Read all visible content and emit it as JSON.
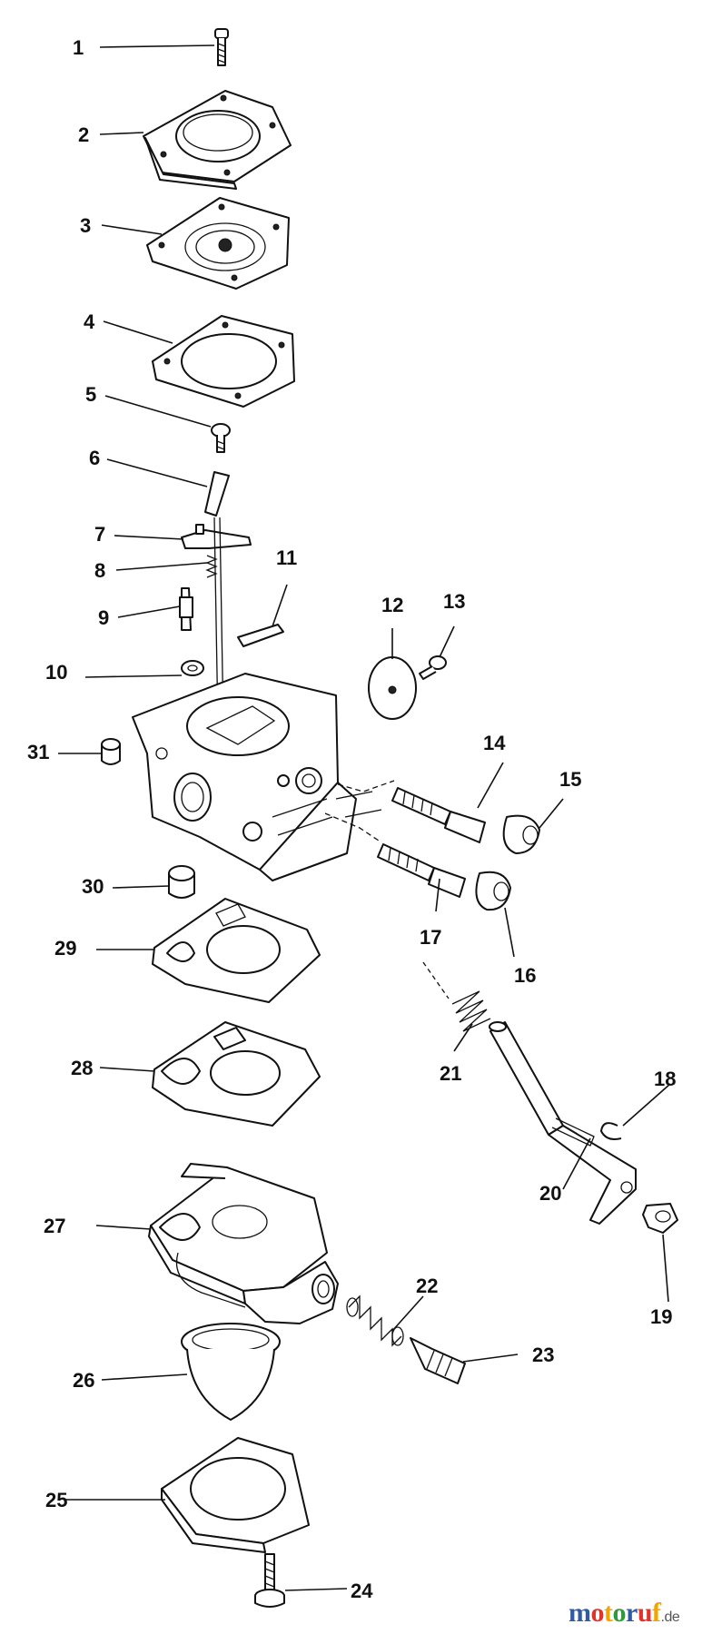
{
  "brand": {
    "logo_letters": [
      "m",
      "o",
      "t",
      "o",
      "r",
      "u",
      "f"
    ],
    "suffix": ".de"
  },
  "callouts": {
    "c1": "1",
    "c2": "2",
    "c3": "3",
    "c4": "4",
    "c5": "5",
    "c6": "6",
    "c7": "7",
    "c8": "8",
    "c9": "9",
    "c10": "10",
    "c11": "11",
    "c12": "12",
    "c13": "13",
    "c14": "14",
    "c15": "15",
    "c16": "16",
    "c17": "17",
    "c18": "18",
    "c19": "19",
    "c20": "20",
    "c21": "21",
    "c22": "22",
    "c23": "23",
    "c24": "24",
    "c25": "25",
    "c26": "26",
    "c27": "27",
    "c28": "28",
    "c29": "29",
    "c30": "30",
    "c31": "31"
  }
}
